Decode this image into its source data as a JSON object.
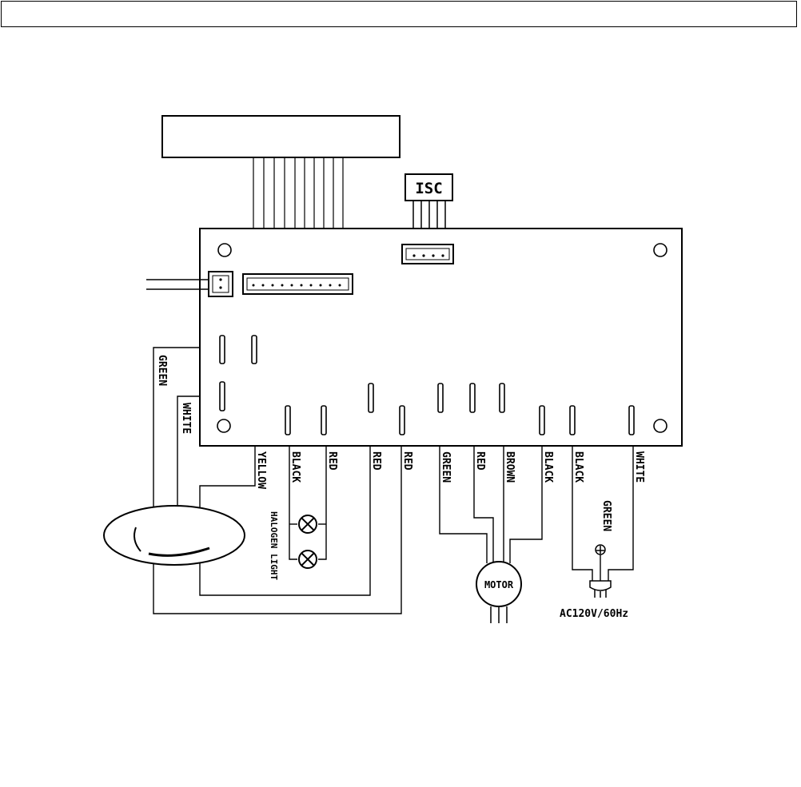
{
  "header": {
    "text": ""
  },
  "labels": {
    "isc": "ISC",
    "motor": "MOTOR",
    "halogen_light": "HALOGEN LIGHT",
    "supply": "AC120V/60Hz",
    "ground_green": "GREEN",
    "left_green": "GREEN",
    "left_white": "WHITE"
  },
  "bottom_wires": [
    "YELLOW",
    "BLACK",
    "RED",
    "RED",
    "RED",
    "GREEN",
    "RED",
    "BROWN",
    "BLACK",
    "BLACK",
    "WHITE"
  ]
}
